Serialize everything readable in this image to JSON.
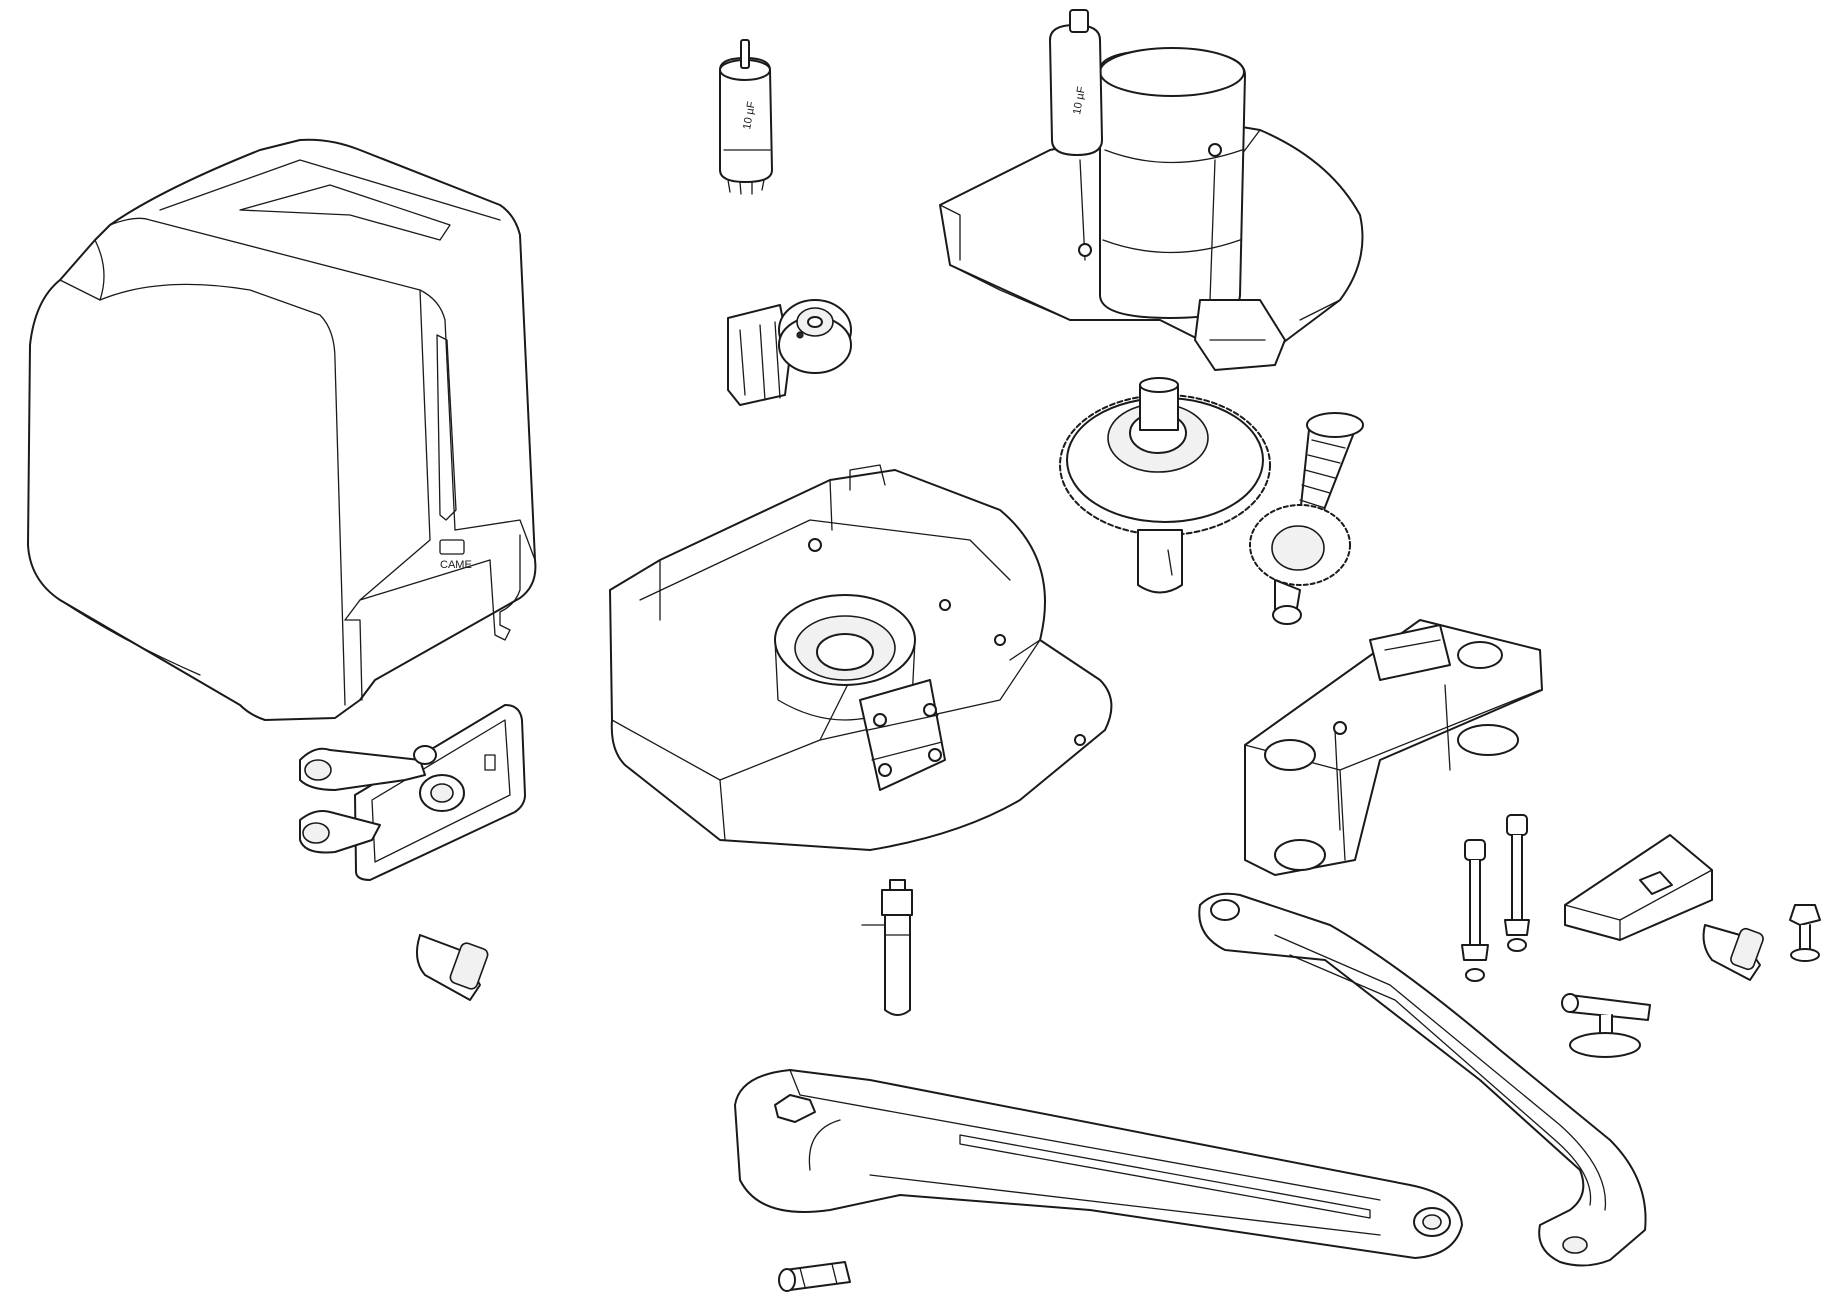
{
  "diagram": {
    "type": "exploded-view",
    "part_labels": {
      "brand_mark": "CAME",
      "capacitor_top": "10 µF",
      "capacitor_motor": "10 µF"
    },
    "colors": {
      "line": "#1a1a1a",
      "fill": "#ffffff",
      "shade": "#f1f1f1"
    }
  }
}
